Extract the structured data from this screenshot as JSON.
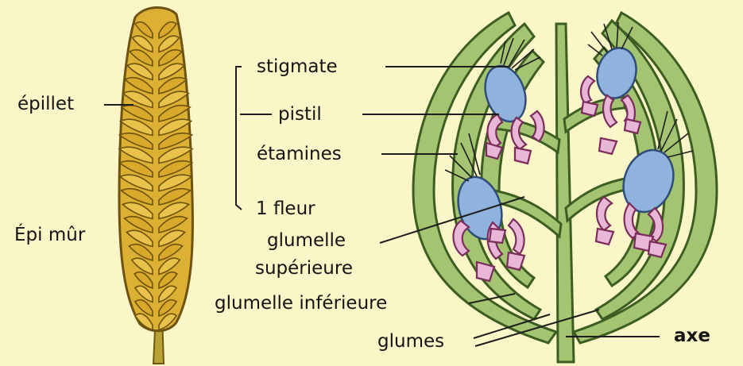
{
  "colors": {
    "background": "#fbf6c8",
    "wheat_fill": "#e2b93a",
    "wheat_dark": "#7a5a14",
    "stem_green": "#a4c472",
    "stem_outline": "#3d5e22",
    "pistil_blue": "#8fb3dc",
    "stamen_pink": "#e8b6d6",
    "stamen_outline": "#7a2c5a"
  },
  "labels": {
    "epillet": "épillet",
    "epi_mur": "Épi mûr",
    "stigmate": "stigmate",
    "pistil": "pistil",
    "etamines": "étamines",
    "fleur": "1 fleur",
    "glumelle_superieure_line1": "glumelle",
    "glumelle_superieure_line2": "supérieure",
    "glumelle_inferieure": "glumelle inférieure",
    "glumes": "glumes",
    "axe": "axe"
  }
}
